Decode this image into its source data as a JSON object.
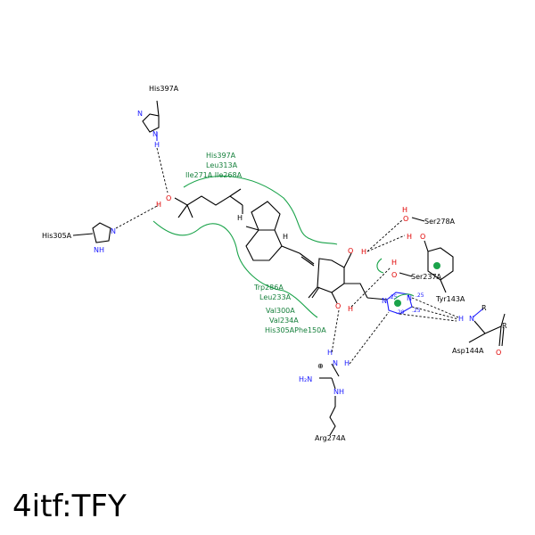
{
  "title": "4itf:TFY",
  "residues": {
    "his397_top": "His397A",
    "his305": "His305A",
    "ser278": "Ser278A",
    "ser237": "Ser237A",
    "tyr143": "Tyr143A",
    "asp144": "Asp144A",
    "arg274": "Arg274A"
  },
  "hydrophobic": {
    "top1": "His397A",
    "top2": "Leu313A",
    "top3": "Ile271A Ile268A",
    "bot1": "Trp286A",
    "bot2": "Leu233A",
    "bot3": "Val300A",
    "bot4": "Val234A",
    "bot5": "His305APhe150A"
  },
  "atoms": {
    "N": "N",
    "NH": "NH",
    "H": "H",
    "O": "O",
    "H2N": "H₂N",
    "R": "R",
    "charge": "⊕"
  },
  "partial_charges": {
    "a": ".25",
    "b": ".25",
    "c": ".29",
    "d": ".25"
  }
}
